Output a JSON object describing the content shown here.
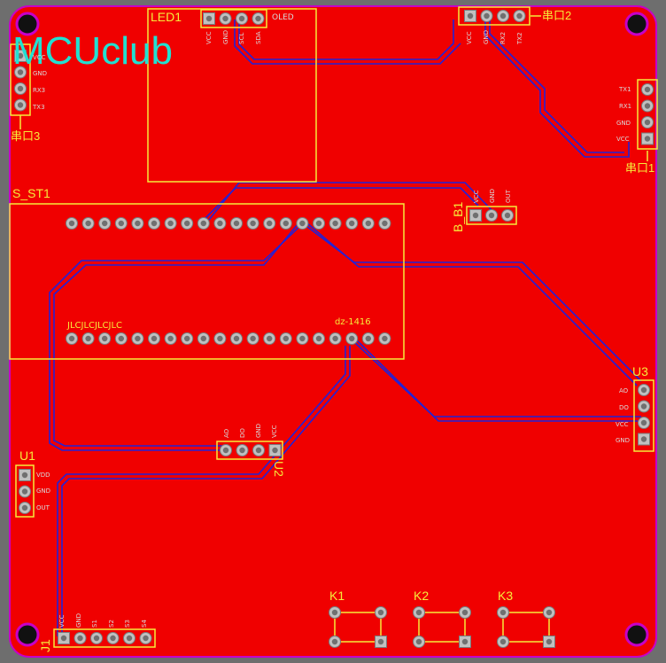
{
  "brand": {
    "logo_text": "MCUclub"
  },
  "colors": {
    "board": "#f00000",
    "outline": "#c800c8",
    "silkscreen": "#f6ec3a",
    "trace": "#2222d8",
    "pad": "#c0c0c0",
    "logo": "#21e0d2"
  },
  "components": {
    "led1": {
      "ref": "LED1",
      "name": "OLED",
      "pins": [
        "VCC",
        "GND",
        "SCL",
        "SDA"
      ]
    },
    "serial2": {
      "ref": "串口2",
      "pins": [
        "VCC",
        "GND",
        "RX2",
        "TX2"
      ]
    },
    "serial3": {
      "ref": "串口3",
      "pins": [
        "VCC",
        "GND",
        "RX3",
        "TX3"
      ]
    },
    "serial1": {
      "ref": "串口1",
      "pins": [
        "TX1",
        "RX1",
        "GND",
        "VCC"
      ]
    },
    "s_st1": {
      "ref": "S_ST1",
      "name": "dz-1416",
      "silk": "JLCJLCJLCJLC"
    },
    "b_b1": {
      "ref": "B_B1",
      "pins": [
        "VCC",
        "GND",
        "OUT"
      ]
    },
    "u3": {
      "ref": "U3",
      "pins": [
        "AO",
        "DO",
        "VCC",
        "GND"
      ]
    },
    "u2": {
      "ref": "U2",
      "pins": [
        "AO",
        "DO",
        "GND",
        "VCC"
      ]
    },
    "u1": {
      "ref": "U1",
      "pins": [
        "VDD",
        "GND",
        "OUT"
      ]
    },
    "j1": {
      "ref": "J1",
      "pins": [
        "VCC",
        "GND",
        "S1",
        "S2",
        "S3",
        "S4"
      ]
    },
    "k1": {
      "ref": "K1"
    },
    "k2": {
      "ref": "K2"
    },
    "k3": {
      "ref": "K3"
    }
  }
}
